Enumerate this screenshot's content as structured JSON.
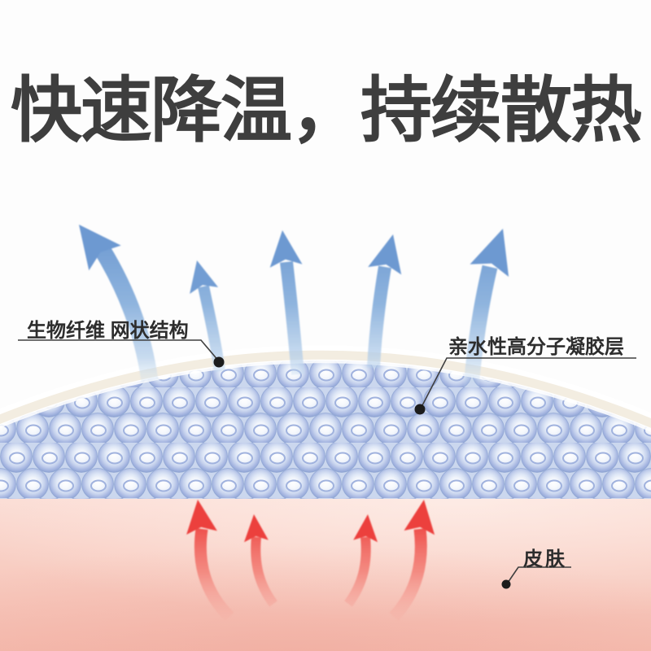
{
  "page": {
    "background": "#fdfdfd"
  },
  "title": {
    "text": "快速降温，持续散热",
    "color": "#3e3e3e"
  },
  "callouts": {
    "fiber": {
      "text": "生物纤维 网状结构"
    },
    "gel": {
      "text": "亲水性高分子凝胶层"
    },
    "skin": {
      "text": "皮肤"
    }
  },
  "diagram": {
    "cool_air_arrows": {
      "count": 5,
      "direction": "up",
      "color": "#6d99d1",
      "meaning": "heat released upward through patch"
    },
    "body_heat_arrows": {
      "count": 4,
      "direction": "up",
      "color": "#ec403d",
      "meaning": "body heat rising from skin"
    },
    "gel_layer": {
      "bubble_color": "#a9b9e0",
      "base_color": "#cbd7ee",
      "mesh_band_color": "#f2ecdf"
    },
    "skin_layer": {
      "color_top": "#fbdcd4",
      "color_bottom": "#f4bbae"
    },
    "annotation_dot_color": "#1c1c1c",
    "annotation_line_color": "#3f3f3f"
  }
}
